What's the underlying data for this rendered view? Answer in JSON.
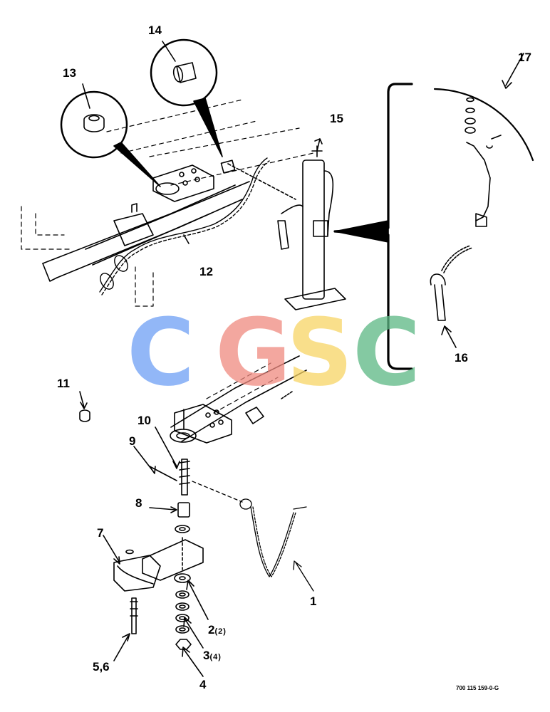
{
  "callouts": {
    "c1": "1",
    "c2": "2",
    "c2_qty": "(2)",
    "c3": "3",
    "c3_qty": "(4)",
    "c4": "4",
    "c56": "5,6",
    "c7": "7",
    "c8": "8",
    "c9": "9",
    "c10": "10",
    "c11": "11",
    "c12": "12",
    "c13": "13",
    "c14": "14",
    "c15": "15",
    "c16": "16",
    "c17": "17"
  },
  "figure_number": "700 115 159-0-G",
  "watermark": {
    "letters": [
      "C",
      "G",
      "S",
      "C"
    ],
    "colors": [
      "#6ea0f5",
      "#f08a80",
      "#f7d565",
      "#5cb884"
    ]
  }
}
